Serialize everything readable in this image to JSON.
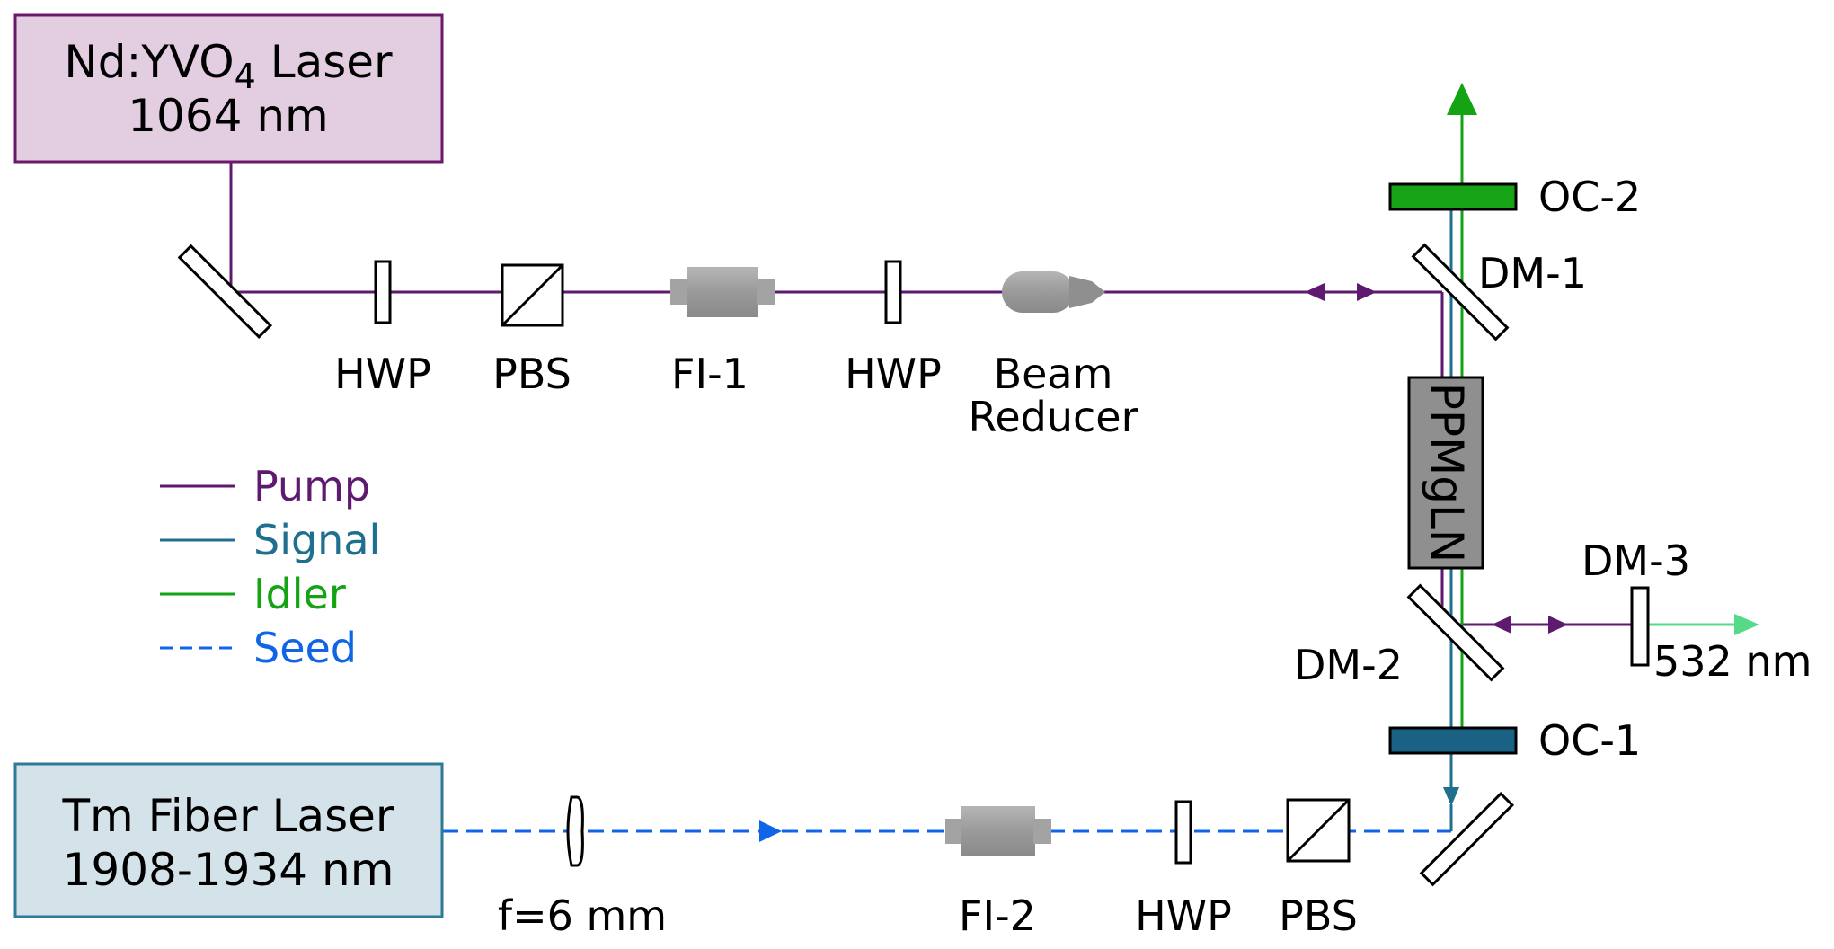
{
  "colors": {
    "pump": "#5e1a6e",
    "signal": "#1f6f8f",
    "idler": "#13a313",
    "seed": "#1064e6",
    "green_out": "#57d98a",
    "nd_box_fill": "#e2cde1",
    "nd_box_border": "#6b1a6b",
    "tm_box_fill": "#d4e3ea",
    "tm_box_border": "#2e7a98",
    "oc2_fill": "#16a316",
    "oc1_fill": "#1a6284",
    "gray": "#9a9a9a"
  },
  "sources": {
    "nd": {
      "line1": "Nd:YVO",
      "subscript": "4",
      "line1_suffix": " Laser",
      "line2": "1064 nm"
    },
    "tm": {
      "line1": "Tm Fiber Laser",
      "line2": "1908-1934 nm"
    }
  },
  "crystal_label": "PPMgLN",
  "components": {
    "hwp1": "HWP",
    "pbs1": "PBS",
    "fi1": "FI-1",
    "hwp2": "HWP",
    "beam_reducer_line1": "Beam",
    "beam_reducer_line2": "Reducer",
    "oc2": "OC-2",
    "dm1": "DM-1",
    "dm2": "DM-2",
    "dm3": "DM-3",
    "oc1": "OC-1",
    "out_532": "532 nm",
    "lens": "f=6 mm",
    "fi2": "FI-2",
    "hwp3": "HWP",
    "pbs2": "PBS"
  },
  "legend": [
    {
      "key": "pump",
      "label": "Pump",
      "color": "#5e1a6e",
      "dashed": false
    },
    {
      "key": "signal",
      "label": "Signal",
      "color": "#1f6f8f",
      "dashed": false
    },
    {
      "key": "idler",
      "label": "Idler",
      "color": "#13a313",
      "dashed": false
    },
    {
      "key": "seed",
      "label": "Seed",
      "color": "#1064e6",
      "dashed": true
    }
  ]
}
